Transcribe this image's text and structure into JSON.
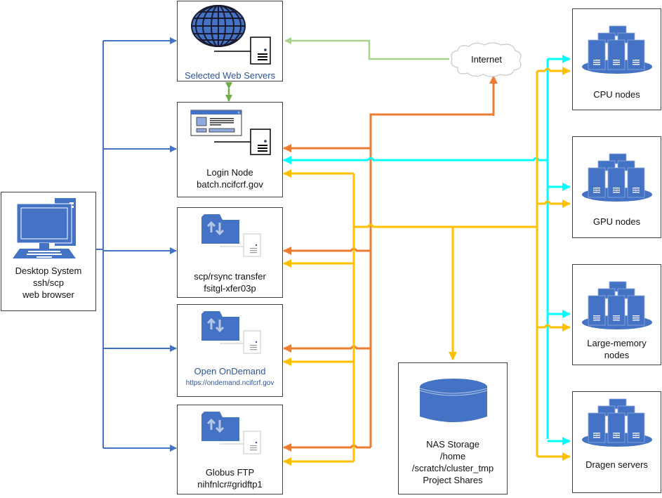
{
  "diagram": {
    "colors": {
      "blue": "#4472c4",
      "green": "#a9d18e",
      "green_dark": "#70ad47",
      "orange": "#ed7d31",
      "cyan": "#00ffff",
      "yellow": "#ffc000",
      "icon_blue": "#4472c4"
    },
    "nodes": {
      "desktop": {
        "lines": [
          "Desktop System",
          "ssh/scp",
          "web browser"
        ],
        "icon": "desktop-computer-icon"
      },
      "web_servers": {
        "lines": [
          "Selected Web Servers"
        ],
        "icon": "globe-icon"
      },
      "login_node": {
        "lines": [
          "Login Node",
          "batch.ncifcrf.gov"
        ],
        "icon": "web-window-icon"
      },
      "scp_transfer": {
        "lines": [
          "scp/rsync transfer",
          "fsitgl-xfer03p"
        ],
        "icon": "transfer-folder-icon"
      },
      "ondemand": {
        "lines": [
          "Open OnDemand",
          "https://ondemand.ncifcrf.gov"
        ],
        "icon": "transfer-folder-icon"
      },
      "globus": {
        "lines": [
          "Globus FTP",
          "nihfnlcr#gridftp1"
        ],
        "icon": "transfer-folder-icon"
      },
      "internet": {
        "lines": [
          "Internet"
        ],
        "icon": "cloud-icon"
      },
      "nas": {
        "lines": [
          "NAS Storage",
          "/home",
          "/scratch/cluster_tmp",
          "Project Shares"
        ],
        "icon": "database-icon"
      },
      "cpu": {
        "lines": [
          "CPU nodes"
        ],
        "icon": "server-cluster-icon"
      },
      "gpu": {
        "lines": [
          "GPU nodes"
        ],
        "icon": "server-cluster-icon"
      },
      "largemem": {
        "lines": [
          "Large-memory",
          "nodes"
        ],
        "icon": "server-cluster-icon"
      },
      "dragen": {
        "lines": [
          "Dragen servers"
        ],
        "icon": "server-cluster-icon"
      }
    },
    "connections": [
      {
        "from": "desktop",
        "to": "web_servers",
        "color": "blue"
      },
      {
        "from": "desktop",
        "to": "login_node",
        "color": "blue"
      },
      {
        "from": "desktop",
        "to": "scp_transfer",
        "color": "blue"
      },
      {
        "from": "desktop",
        "to": "ondemand",
        "color": "blue"
      },
      {
        "from": "desktop",
        "to": "globus",
        "color": "blue"
      },
      {
        "from": "internet",
        "to": "web_servers",
        "color": "green"
      },
      {
        "from": "web_servers",
        "to": "login_node",
        "color": "green_dark",
        "bidirectional": true
      },
      {
        "from": "internet",
        "to": "login_node",
        "color": "orange"
      },
      {
        "from": "internet",
        "to": "scp_transfer",
        "color": "orange"
      },
      {
        "from": "internet",
        "to": "ondemand",
        "color": "orange"
      },
      {
        "from": "internet",
        "to": "globus",
        "color": "orange"
      },
      {
        "from": "compute",
        "to": "login_node",
        "color": "cyan"
      },
      {
        "from": "login_node",
        "to": "cpu",
        "color": "cyan"
      },
      {
        "from": "login_node",
        "to": "gpu",
        "color": "cyan"
      },
      {
        "from": "login_node",
        "to": "largemem",
        "color": "cyan"
      },
      {
        "from": "login_node",
        "to": "dragen",
        "color": "cyan"
      },
      {
        "from": "nas",
        "to": "login_node",
        "color": "yellow"
      },
      {
        "from": "nas",
        "to": "scp_transfer",
        "color": "yellow"
      },
      {
        "from": "nas",
        "to": "ondemand",
        "color": "yellow"
      },
      {
        "from": "nas",
        "to": "globus",
        "color": "yellow"
      },
      {
        "from": "nas",
        "to": "cpu",
        "color": "yellow"
      },
      {
        "from": "nas",
        "to": "gpu",
        "color": "yellow"
      },
      {
        "from": "nas",
        "to": "largemem",
        "color": "yellow"
      },
      {
        "from": "nas",
        "to": "dragen",
        "color": "yellow"
      }
    ]
  }
}
